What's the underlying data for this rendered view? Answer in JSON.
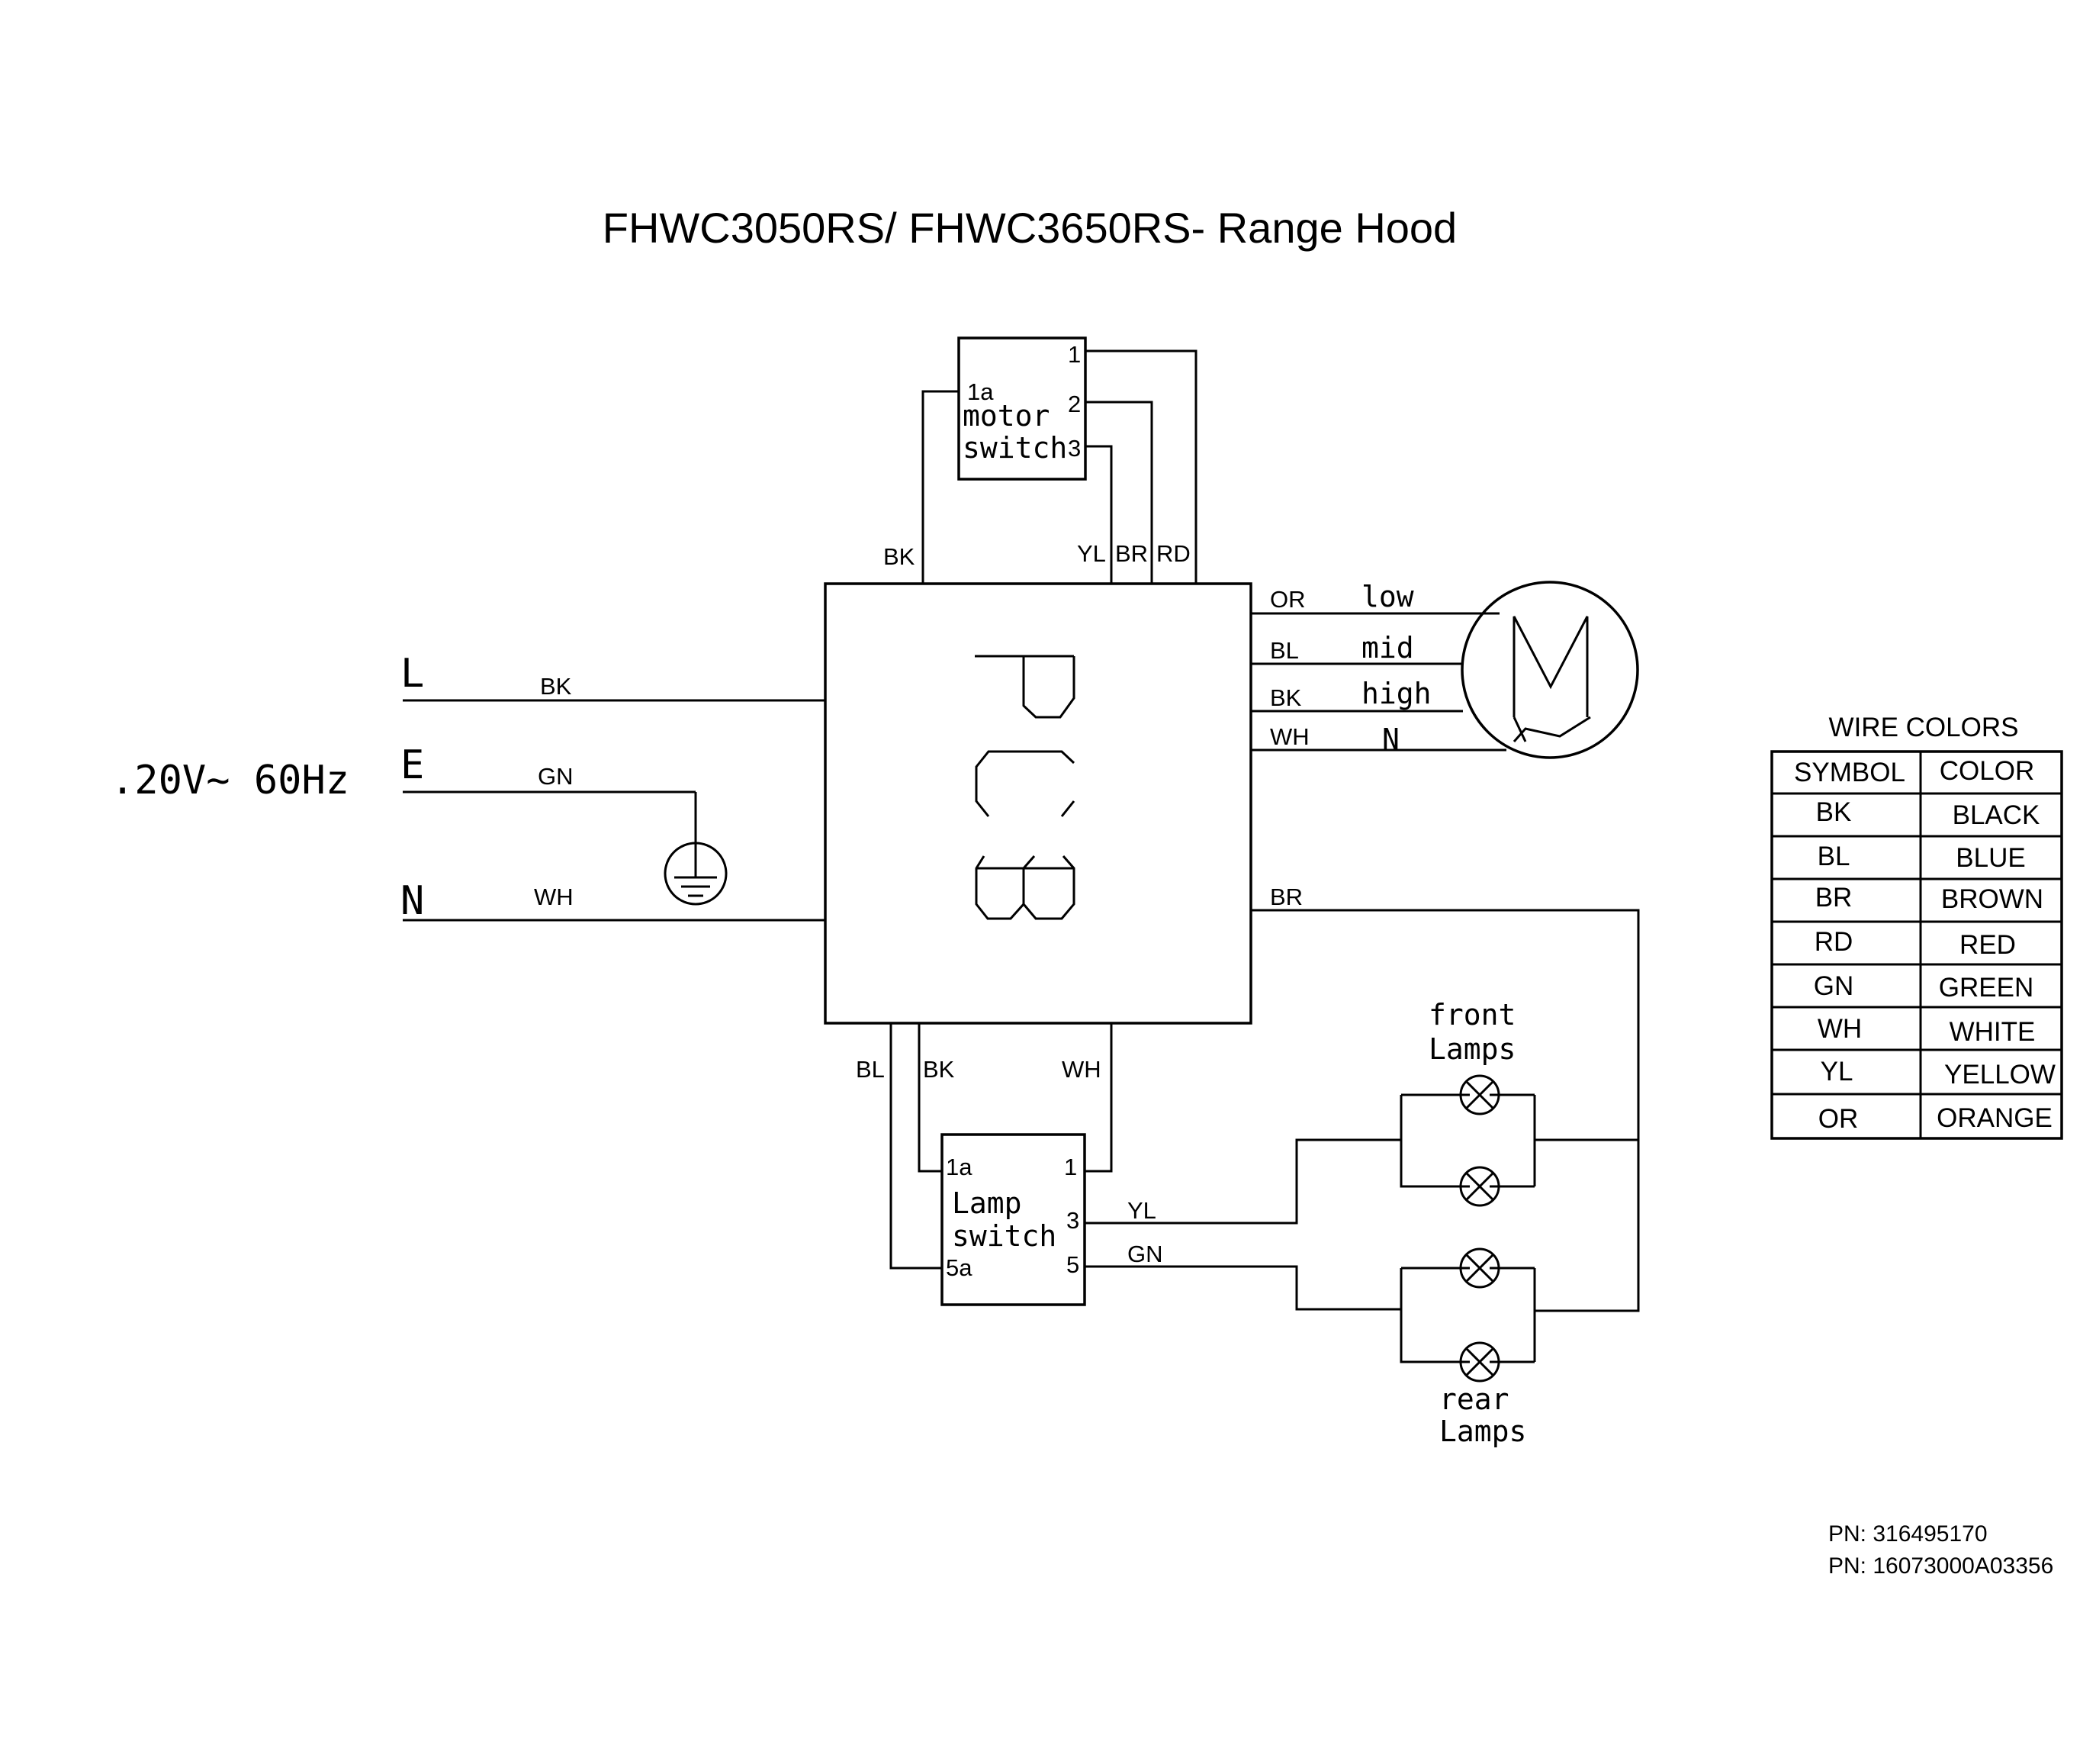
{
  "title": "FHWC3050RS/ FHWC3650RS-  Range Hood",
  "power": {
    "voltage": ".20V~ 60Hz",
    "lines": [
      {
        "letter": "L",
        "wire": "BK"
      },
      {
        "letter": "E",
        "wire": "GN"
      },
      {
        "letter": "N",
        "wire": "WH"
      }
    ]
  },
  "pcb": {
    "label": "PCB",
    "top_wires": {
      "bk": "BK",
      "yl": "YL",
      "br": "BR",
      "rd": "RD"
    },
    "right_wires": [
      {
        "wire": "OR",
        "speed": "low"
      },
      {
        "wire": "BL",
        "speed": "mid"
      },
      {
        "wire": "BK",
        "speed": "high"
      },
      {
        "wire": "WH",
        "speed": "N"
      }
    ],
    "br_wire": "BR",
    "bottom_wires": {
      "bl": "BL",
      "bk": "BK",
      "wh": "WH"
    }
  },
  "motor_switch": {
    "line1": "motor",
    "line2": "switch",
    "pins": {
      "p1a": "1a",
      "p1": "1",
      "p2": "2",
      "p3": "3"
    }
  },
  "lamp_switch": {
    "line1": "Lamp",
    "line2": "switch",
    "pins": {
      "p1a": "1a",
      "p1": "1",
      "p3": "3",
      "p5": "5",
      "p5a": "5a"
    },
    "wire_yl": "YL",
    "wire_gn": "GN"
  },
  "motor": {
    "symbol": "M"
  },
  "lamps": {
    "front_line1": "front",
    "front_line2": "Lamps",
    "rear_line1": "rear",
    "rear_line2": "Lamps"
  },
  "wire_colors": {
    "caption": "WIRE COLORS",
    "headers": [
      "SYMBOL",
      "COLOR"
    ],
    "rows": [
      [
        "BK",
        "BLACK"
      ],
      [
        "BL",
        "BLUE"
      ],
      [
        "BR",
        "BROWN"
      ],
      [
        "RD",
        "RED"
      ],
      [
        "GN",
        "GREEN"
      ],
      [
        "WH",
        "WHITE"
      ],
      [
        "YL",
        "YELLOW"
      ],
      [
        "OR",
        "ORANGE"
      ]
    ]
  },
  "part_numbers": [
    "PN:  316495170",
    "PN:  16073000A03356"
  ]
}
